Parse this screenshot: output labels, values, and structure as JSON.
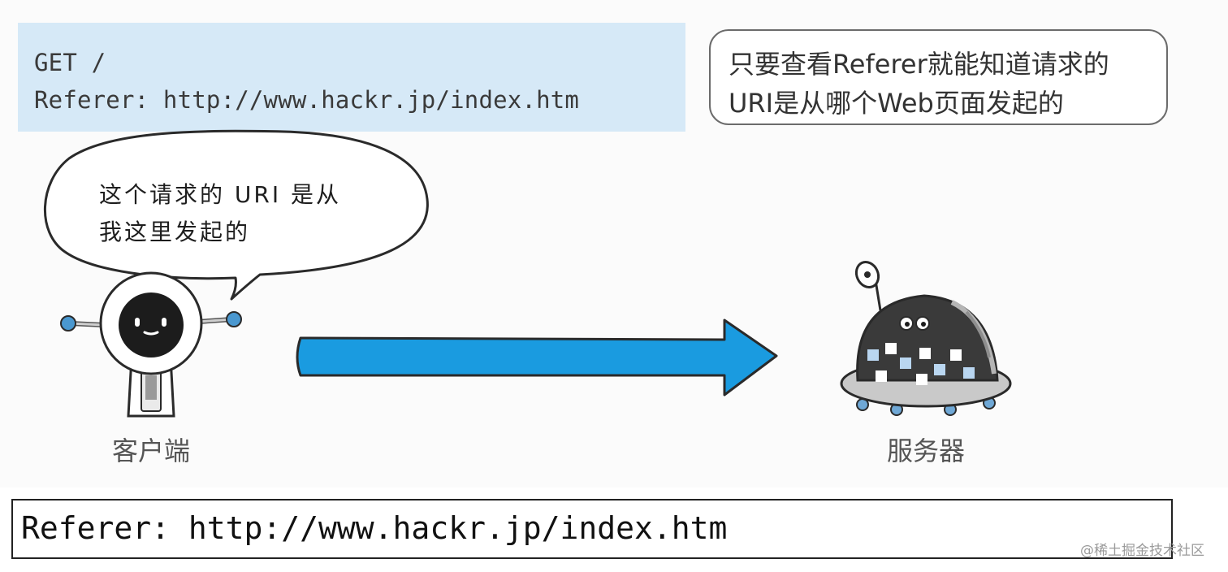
{
  "request": {
    "line1": "GET /",
    "line2": "Referer: http://www.hackr.jp/index.htm"
  },
  "note": {
    "line1": "只要查看Referer就能知道请求的",
    "line2": "URI是从哪个Web页面发起的"
  },
  "client_bubble": {
    "line1": "这个请求的 URI 是从",
    "line2": "我这里发起的"
  },
  "labels": {
    "client": "客户端",
    "server": "服务器"
  },
  "header_example": "Referer: http://www.hackr.jp/index.htm",
  "watermark": "@稀土掘金技术社区",
  "colors": {
    "request_box": "#d6e9f7",
    "arrow": "#1a9be0",
    "robot_accent": "#4a98d0"
  }
}
